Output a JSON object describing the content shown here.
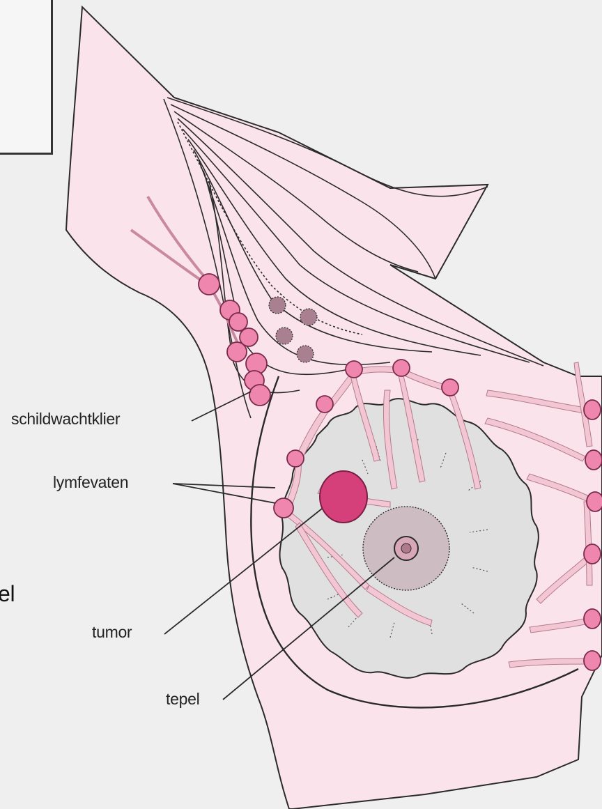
{
  "diagram": {
    "labels": {
      "sentinel_node": "schildwachtklier",
      "lymph_vessels": "lymfevaten",
      "tumor": "tumor",
      "nipple": "tepel",
      "cut_off_text": "el"
    },
    "colors": {
      "background": "#efefef",
      "skin": "#fbe3ec",
      "lymph_node": "#ee86ad",
      "lymph_vessel": "#f3c6d4",
      "tumor": "#d6407a",
      "gland": "#e0e0e0",
      "areola": "#cdbdc3",
      "outline": "#2a2a2a"
    }
  }
}
